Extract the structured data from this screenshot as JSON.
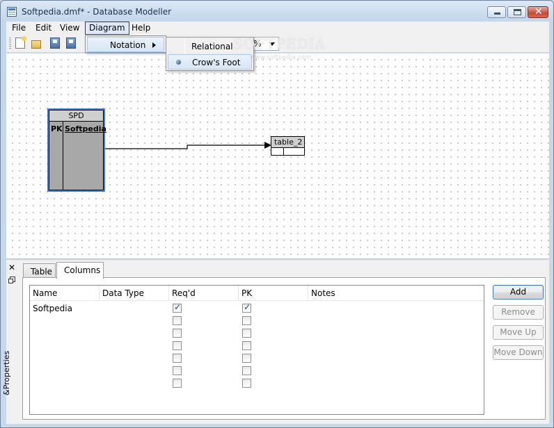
{
  "window": {
    "title": "Softpedia.dmf* - Database Modeller",
    "close_glyph": "✕"
  },
  "menubar": {
    "items": [
      "File",
      "Edit",
      "View",
      "Diagram",
      "Help"
    ]
  },
  "toolbar": {
    "zoom_value": "%"
  },
  "diagram_menu": {
    "item": "Notation"
  },
  "notation_menu": {
    "items": [
      "Relational",
      "Crow's Foot"
    ],
    "selected": "Crow's Foot"
  },
  "watermark": {
    "brand": "SOFTPEDIA",
    "url": "www.softpedia.com"
  },
  "canvas": {
    "tables": [
      {
        "name": "SPD",
        "pk_label": "PK",
        "column": "Softpedia"
      },
      {
        "name": "table_2"
      }
    ]
  },
  "properties": {
    "dock_label": "&Properties",
    "close_glyph": "✕",
    "tabs": [
      "Table",
      "Columns"
    ],
    "active_tab": "Columns",
    "columns_headers": [
      "Name",
      "Data Type",
      "Req'd",
      "PK",
      "Notes"
    ],
    "rows": [
      {
        "name": "Softpedia",
        "data_type": "",
        "reqd": true,
        "pk": true,
        "notes": ""
      },
      {
        "name": "",
        "data_type": "",
        "reqd": false,
        "pk": false,
        "notes": ""
      },
      {
        "name": "",
        "data_type": "",
        "reqd": false,
        "pk": false,
        "notes": ""
      },
      {
        "name": "",
        "data_type": "",
        "reqd": false,
        "pk": false,
        "notes": ""
      },
      {
        "name": "",
        "data_type": "",
        "reqd": false,
        "pk": false,
        "notes": ""
      },
      {
        "name": "",
        "data_type": "",
        "reqd": false,
        "pk": false,
        "notes": ""
      },
      {
        "name": "",
        "data_type": "",
        "reqd": false,
        "pk": false,
        "notes": ""
      }
    ],
    "buttons": {
      "add": "Add",
      "remove": "Remove",
      "move_up": "Move Up",
      "move_down": "Move Down"
    }
  }
}
